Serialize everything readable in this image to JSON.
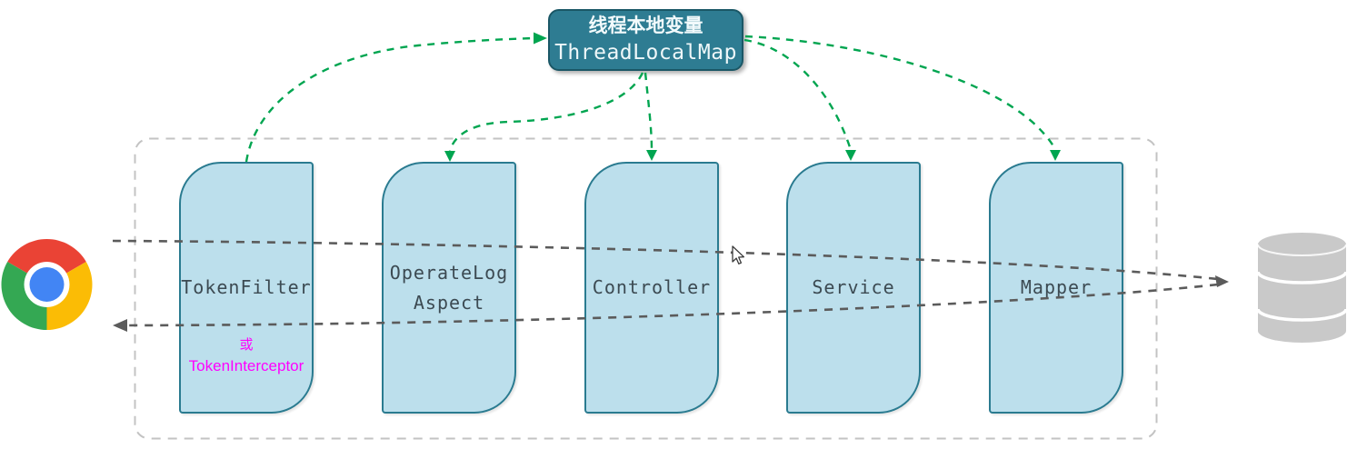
{
  "diagram": {
    "thread_local": {
      "title_zh": "线程本地变量",
      "title_en": "ThreadLocalMap"
    },
    "components": [
      {
        "label": "TokenFilter",
        "alt_or": "或",
        "alt_name": "TokenInterceptor"
      },
      {
        "label": "OperateLog\nAspect"
      },
      {
        "label": "Controller"
      },
      {
        "label": "Service"
      },
      {
        "label": "Mapper"
      }
    ],
    "icons": {
      "left": "chrome-browser-icon",
      "right": "database-icon",
      "pointer": "mouse-cursor-icon"
    },
    "colors": {
      "node_fill": "#bcdfec",
      "node_border": "#2a7b90",
      "tlm_fill": "#2e7c92",
      "tlm_border": "#1a5766",
      "green_arrow": "#00a550",
      "gray_line": "#5b5b5b",
      "container_dash": "#c3c3c3",
      "alt_text": "#ff00ff",
      "label_text": "#3c4a52",
      "db_gray": "#c9c9c9"
    }
  }
}
